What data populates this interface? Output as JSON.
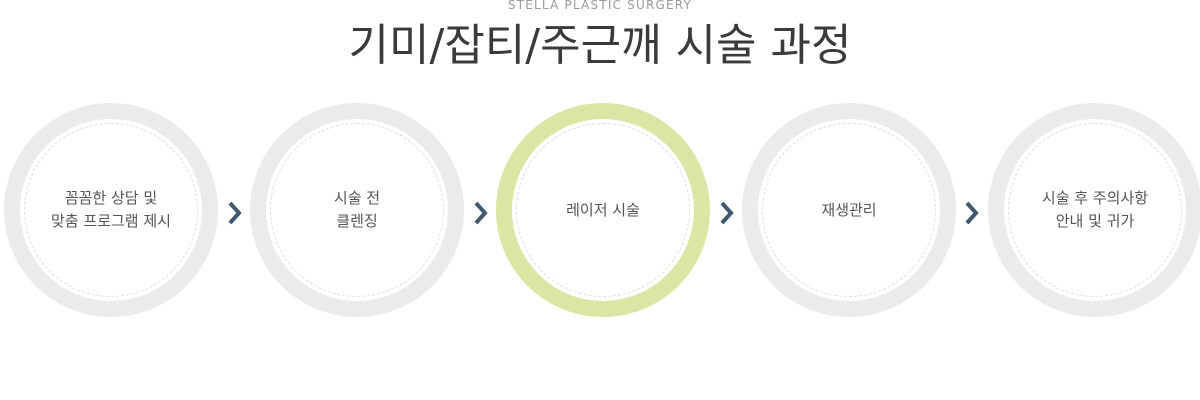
{
  "header": {
    "eyebrow": "STELLA PLASTIC SURGERY",
    "title": "기미/잡티/주근깨 시술 과정"
  },
  "steps": [
    {
      "label": "꼼꼼한 상담 및\n맞춤 프로그램 제시"
    },
    {
      "label": "시술 전\n클렌징"
    },
    {
      "label": "레이저 시술",
      "active": true
    },
    {
      "label": "재생관리"
    },
    {
      "label": "시술 후 주의사항\n안내 및 귀가"
    }
  ],
  "colors": {
    "ring": "#ebebeb",
    "active_ring": "#d9e6a4",
    "arrow": "#3f5870",
    "title": "#3a3a3a",
    "eyebrow": "#9a9a9a"
  },
  "icons": {
    "arrow": "chevron-right-icon"
  }
}
